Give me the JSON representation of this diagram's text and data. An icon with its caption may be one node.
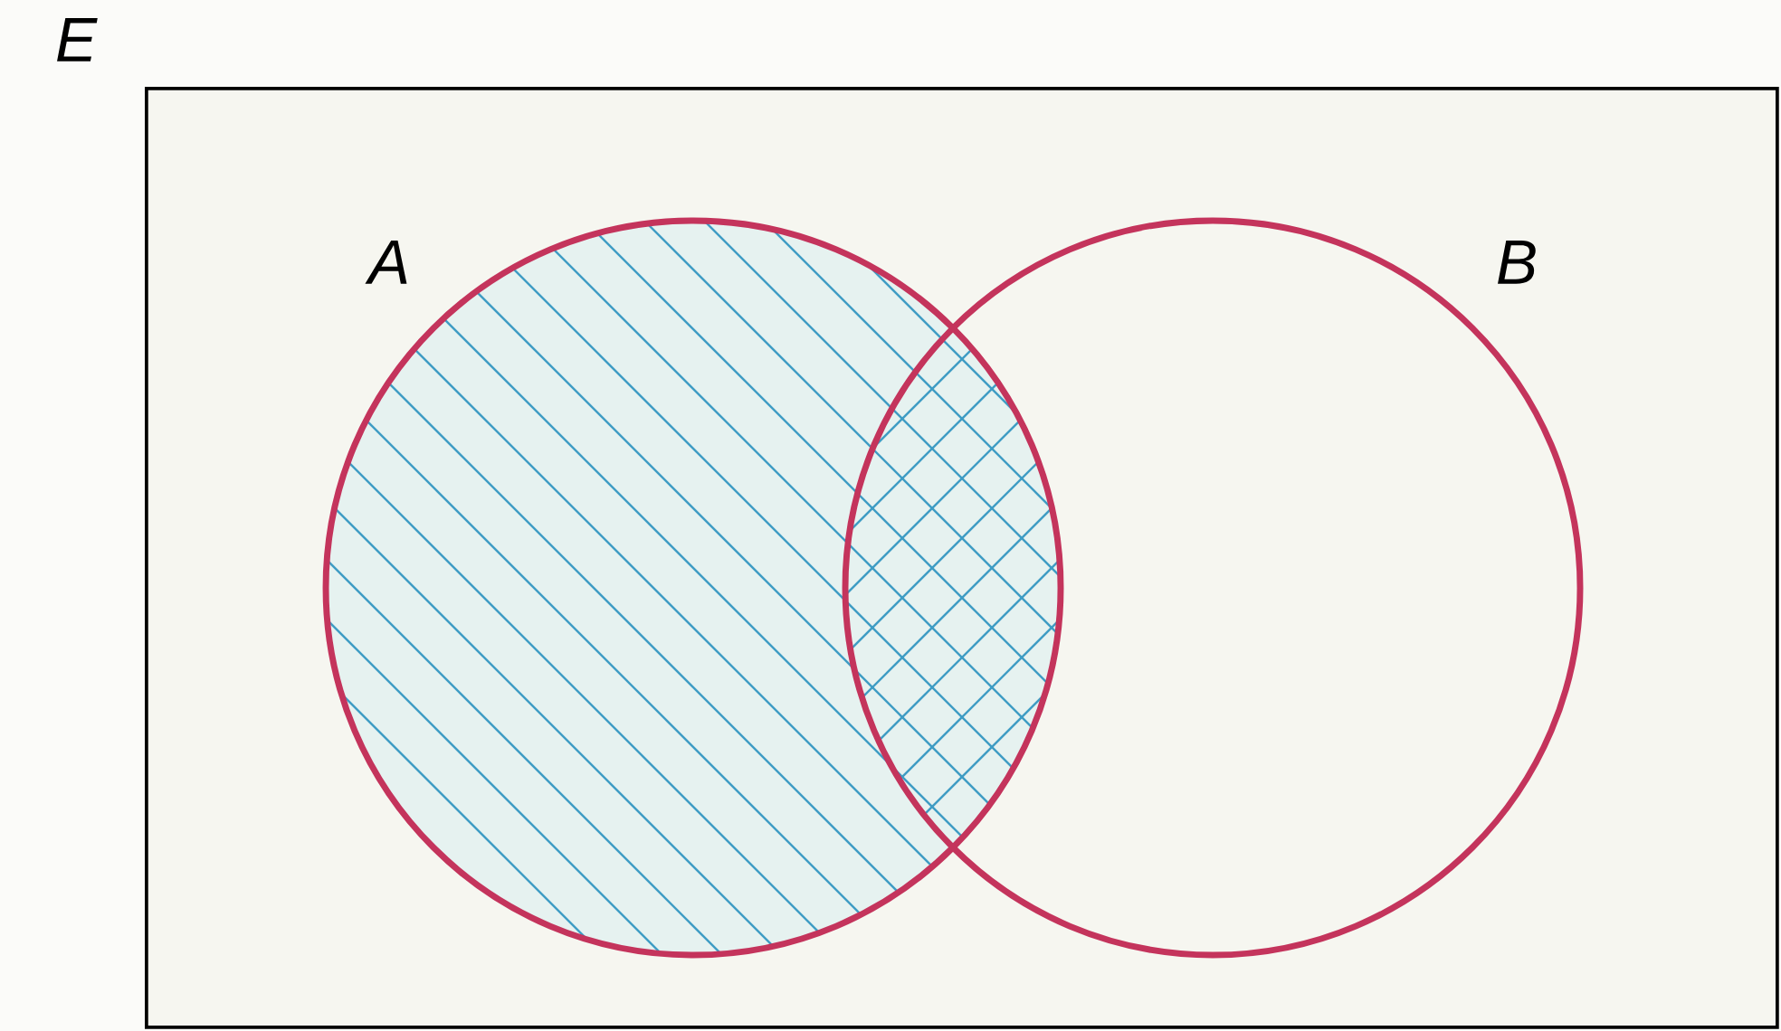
{
  "diagram": {
    "nodes": [
      {
        "text": [
          "E"
        ]
      },
      {
        "text": [
          "A"
        ],
        "in": 0
      },
      {
        "text": [
          "B"
        ],
        "in": 0
      }
    ]
  }
}
